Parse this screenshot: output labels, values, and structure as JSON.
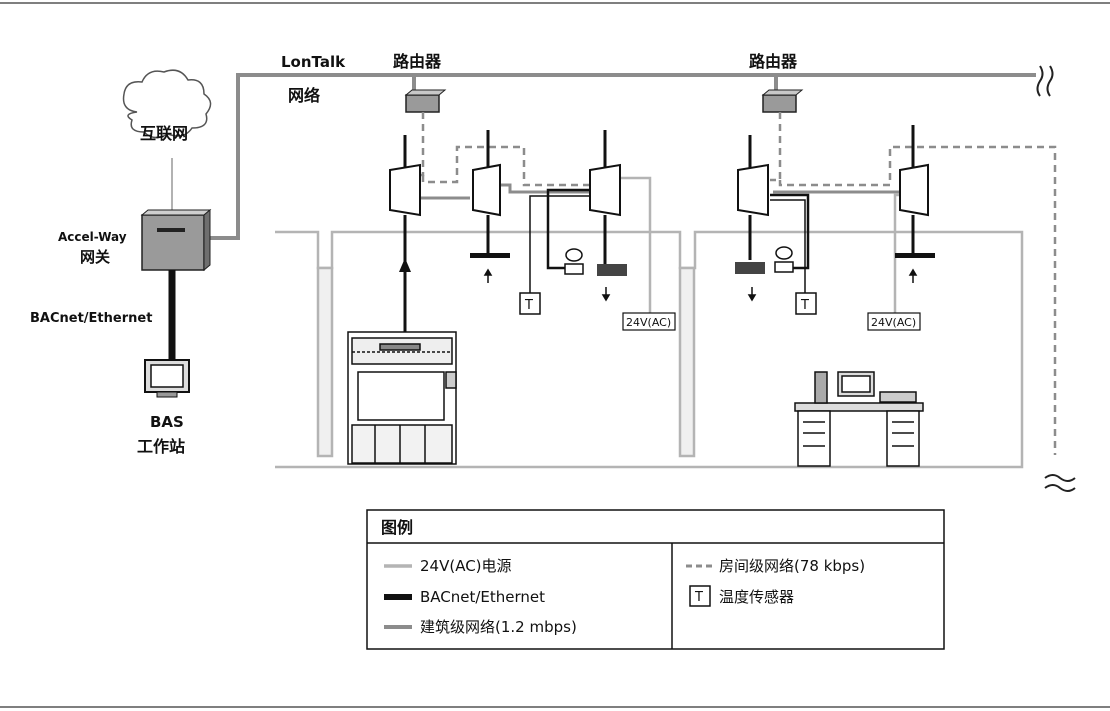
{
  "labels": {
    "lontalk": "LonTalk",
    "network": "网络",
    "router_left": "路由器",
    "router_right": "路由器",
    "internet": "互联网",
    "gateway_model": "Accel-Way",
    "gateway": "网关",
    "bacnet_link": "BACnet/Ethernet",
    "bas": "BAS",
    "workstation": "工作站",
    "temp_sensor_mark_1": "T",
    "temp_sensor_mark_2": "T",
    "power_1": "24V(AC)",
    "power_2": "24V(AC)"
  },
  "legend": {
    "title": "图例",
    "items": [
      {
        "label": "24V(AC)电源",
        "style": "power",
        "color": "#b4b4b4"
      },
      {
        "label": "BACnet/Ethernet",
        "style": "ethernet",
        "color": "#111111"
      },
      {
        "label": "建筑级网络(1.2 mbps)",
        "style": "building",
        "color": "#8c8c8c"
      },
      {
        "label": "房间级网络(78 kbps)",
        "style": "room",
        "color": "#8c8c8c"
      },
      {
        "label": "温度传感器",
        "style": "sensor",
        "icon_text": "T"
      }
    ]
  }
}
